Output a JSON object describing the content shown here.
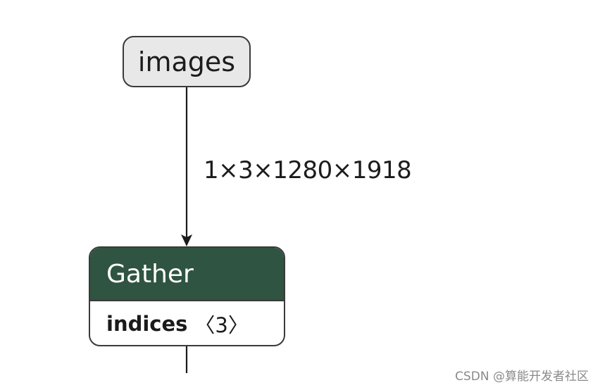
{
  "graph": {
    "input_node": {
      "label": "images"
    },
    "edge": {
      "label": "1×3×1280×1918"
    },
    "op_node": {
      "type": "Gather",
      "header_color": "#2f5441",
      "attributes": [
        {
          "name": "indices",
          "value": "〈3〉"
        }
      ]
    }
  },
  "watermark": "CSDN @算能开发者社区"
}
